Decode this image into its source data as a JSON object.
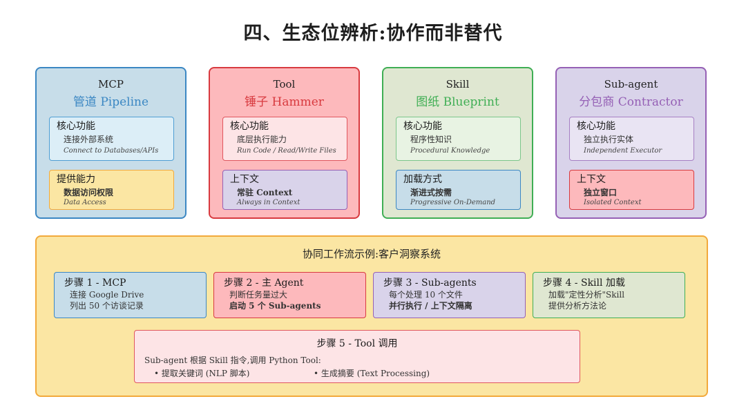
{
  "title": "四、生态位辨析:协作而非替代",
  "cards": [
    {
      "name": "MCP",
      "sub": "管道 Pipeline",
      "box1": {
        "head": "核心功能",
        "line": "连接外部系统",
        "en": "Connect to Databases/APIs"
      },
      "box2": {
        "head": "提供能力",
        "line": "数据访问权限",
        "en": "Data Access"
      },
      "colors": {
        "bg": "#c7dde9",
        "border": "#3b87c3",
        "accent": "#3b87c3",
        "box1_bg": "#dceef7",
        "box1_border": "#4f9ed3",
        "box2_bg": "#fbe6a3",
        "box2_border": "#f2a93b"
      }
    },
    {
      "name": "Tool",
      "sub": "锤子 Hammer",
      "box1": {
        "head": "核心功能",
        "line": "底层执行能力",
        "en": "Run Code / Read/Write Files"
      },
      "box2": {
        "head": "上下文",
        "line": "常驻 Context",
        "en": "Always in Context"
      },
      "colors": {
        "bg": "#fdb9bc",
        "border": "#d83a3f",
        "accent": "#d83a3f",
        "box1_bg": "#fde4e6",
        "box1_border": "#e0565e",
        "box2_bg": "#d9d3ea",
        "box2_border": "#9560b5"
      }
    },
    {
      "name": "Skill",
      "sub": "图纸 Blueprint",
      "box1": {
        "head": "核心功能",
        "line": "程序性知识",
        "en": "Procedural Knowledge"
      },
      "box2": {
        "head": "加载方式",
        "line": "渐进式按需",
        "en": "Progressive On-Demand"
      },
      "colors": {
        "bg": "#dfe7d1",
        "border": "#3fae54",
        "accent": "#3fae54",
        "box1_bg": "#e8f3e3",
        "box1_border": "#7cc68a",
        "box2_bg": "#c7dde9",
        "box2_border": "#3b87c3"
      }
    },
    {
      "name": "Sub-agent",
      "sub": "分包商 Contractor",
      "box1": {
        "head": "核心功能",
        "line": "独立执行实体",
        "en": "Independent Executor"
      },
      "box2": {
        "head": "上下文",
        "line": "独立窗口",
        "en": "Isolated Context"
      },
      "colors": {
        "bg": "#d9d3ea",
        "border": "#9560b5",
        "accent": "#9560b5",
        "box1_bg": "#e9e4f3",
        "box1_border": "#a67fc3",
        "box2_bg": "#fdb9bc",
        "box2_border": "#d83a3f"
      }
    }
  ],
  "workflow": {
    "title": "协同工作流示例:客户洞察系统",
    "steps": [
      {
        "head": "步骤 1 - MCP",
        "line1": "连接 Google Drive",
        "line2": "列出 50 个访谈记录",
        "bold2": false,
        "colors": {
          "bg": "#c7dde9",
          "border": "#3b87c3"
        }
      },
      {
        "head": "步骤 2 - 主 Agent",
        "line1": "判断任务量过大",
        "line2": "启动 5 个 Sub-agents",
        "bold2": true,
        "colors": {
          "bg": "#fdb9bc",
          "border": "#d83a3f"
        }
      },
      {
        "head": "步骤 3 - Sub-agents",
        "line1": "每个处理 10 个文件",
        "line2": "并行执行 / 上下文隔离",
        "bold2": true,
        "colors": {
          "bg": "#d9d3ea",
          "border": "#9560b5"
        }
      },
      {
        "head": "步骤 4 - Skill 加载",
        "line1": "加载\"定性分析\"Skill",
        "line2": "提供分析方法论",
        "bold2": false,
        "colors": {
          "bg": "#dfe7d1",
          "border": "#3fae54"
        }
      }
    ],
    "step5": {
      "head": "步骤 5 - Tool 调用",
      "desc": "Sub-agent 根据 Skill 指令,调用 Python Tool:",
      "bullet1": "• 提取关键词 (NLP 脚本)",
      "bullet2": "• 生成摘要 (Text Processing)"
    }
  }
}
